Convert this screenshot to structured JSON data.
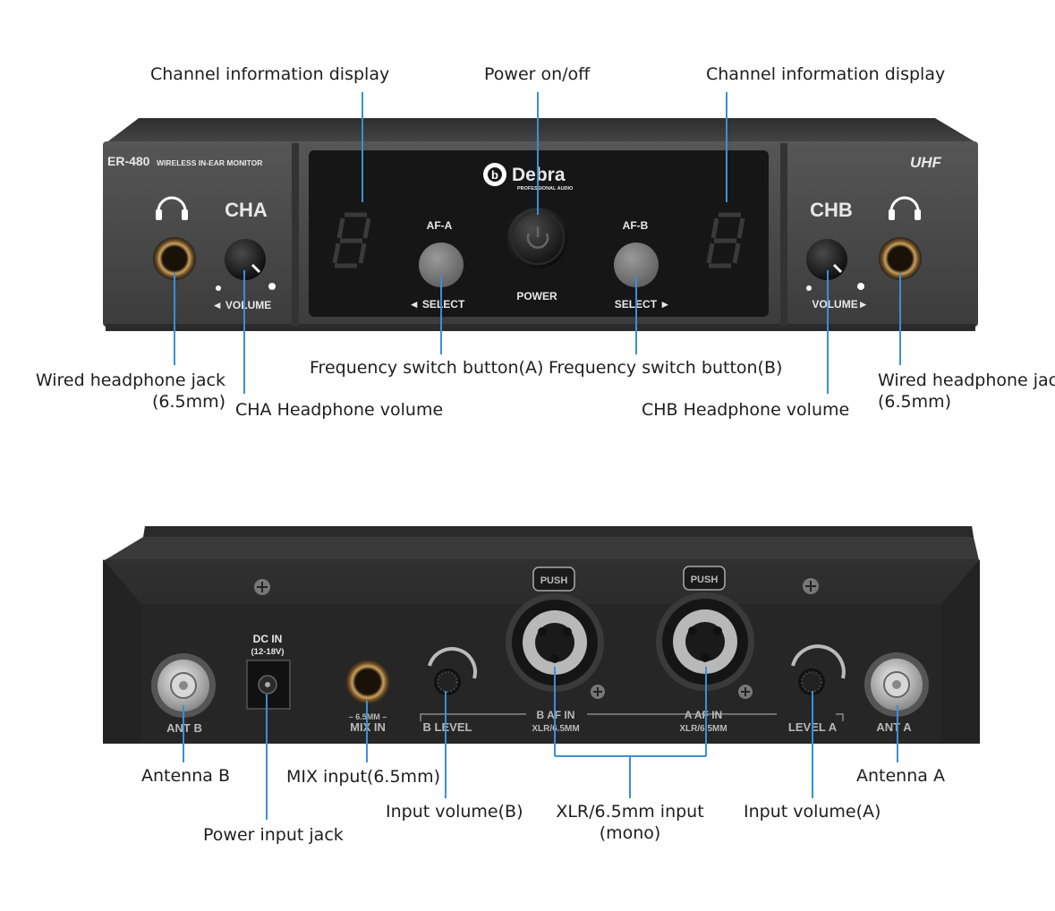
{
  "front": {
    "model": "ER-480",
    "model_sub": "WIRELESS IN-EAR MONITOR",
    "band": "UHF",
    "brand": "Debra",
    "brand_sub": "PROFESSIONAL AUDIO",
    "cha_label": "CHA",
    "chb_label": "CHB",
    "volume_left": "◄ VOLUME",
    "volume_right": "VOLUME►",
    "afa_label": "AF-A",
    "afb_label": "AF-B",
    "select_left": "◄ SELECT",
    "select_right": "SELECT ►",
    "power_label": "POWER",
    "display_digit": "8"
  },
  "rear": {
    "push_label": "PUSH",
    "dc_in": "DC IN",
    "dc_range": "(12-18V)",
    "mix_size": "– 6.5MM –",
    "mix_in": "MIX IN",
    "level_b": "B LEVEL",
    "af_in_b": "B AF IN",
    "xlr_b": "XLR/6.5MM",
    "af_in_a": "A AF IN",
    "xlr_a": "XLR/6.5MM",
    "level_a": "LEVEL A",
    "ant_b": "ANT B",
    "ant_a": "ANT A"
  },
  "callouts": {
    "channel_display_left": "Channel information display",
    "power_onoff": "Power on/off",
    "channel_display_right": "Channel information display",
    "wired_jack_left_1": "Wired headphone jack",
    "wired_jack_left_2": "(6.5mm)",
    "cha_volume": "CHA Headphone volume",
    "freq_a": "Frequency switch button(A)",
    "freq_b": "Frequency switch button(B)",
    "chb_volume": "CHB Headphone volume",
    "wired_jack_right_1": "Wired headphone jack",
    "wired_jack_right_2": "(6.5mm)",
    "antenna_b": "Antenna B",
    "power_input": "Power input jack",
    "mix_input": "MIX input(6.5mm)",
    "input_vol_b": "Input volume(B)",
    "xlr_input_1": "XLR/6.5mm input",
    "xlr_input_2": "(mono)",
    "input_vol_a": "Input volume(A)",
    "antenna_a": "Antenna A"
  },
  "colors": {
    "leader_line": "#3a8fd8",
    "panel": "#4a4a4a",
    "display": "#161616",
    "rear_body": "#2a2a2a"
  }
}
